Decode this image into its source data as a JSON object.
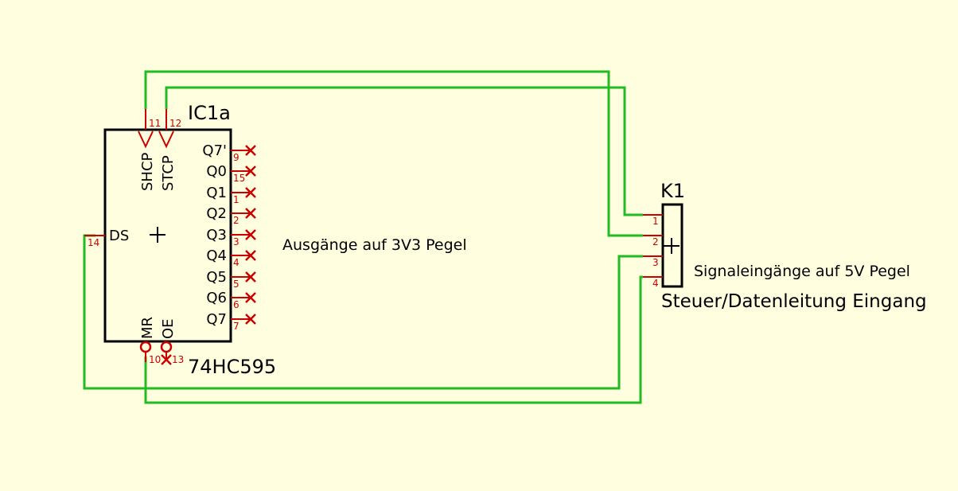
{
  "ic": {
    "name": "IC1a",
    "part": "74HC595",
    "pins": {
      "shcp": {
        "label": "SHCP",
        "num": "11"
      },
      "stcp": {
        "label": "STCP",
        "num": "12"
      },
      "ds": {
        "label": "DS",
        "num": "14"
      },
      "mr": {
        "label": "MR",
        "num": "10"
      },
      "oe": {
        "label": "OE",
        "num": "13"
      },
      "q7s": {
        "label": "Q7'",
        "num": "9"
      },
      "q0": {
        "label": "Q0",
        "num": "15"
      },
      "q1": {
        "label": "Q1",
        "num": "1"
      },
      "q2": {
        "label": "Q2",
        "num": "2"
      },
      "q3": {
        "label": "Q3",
        "num": "3"
      },
      "q4": {
        "label": "Q4",
        "num": "4"
      },
      "q5": {
        "label": "Q5",
        "num": "5"
      },
      "q6": {
        "label": "Q6",
        "num": "6"
      },
      "q7": {
        "label": "Q7",
        "num": "7"
      }
    }
  },
  "connector": {
    "name": "K1",
    "value": "Steuer/Datenleitung Eingang",
    "pins": [
      "1",
      "2",
      "3",
      "4"
    ]
  },
  "notes": {
    "outputs": "Ausgänge auf 3V3 Pegel",
    "inputs": "Signaleingänge auf 5V Pegel"
  },
  "colors": {
    "background": "#ffffe0",
    "wire": "#22bb22",
    "pin": "#cc0000",
    "body": "#000000"
  }
}
